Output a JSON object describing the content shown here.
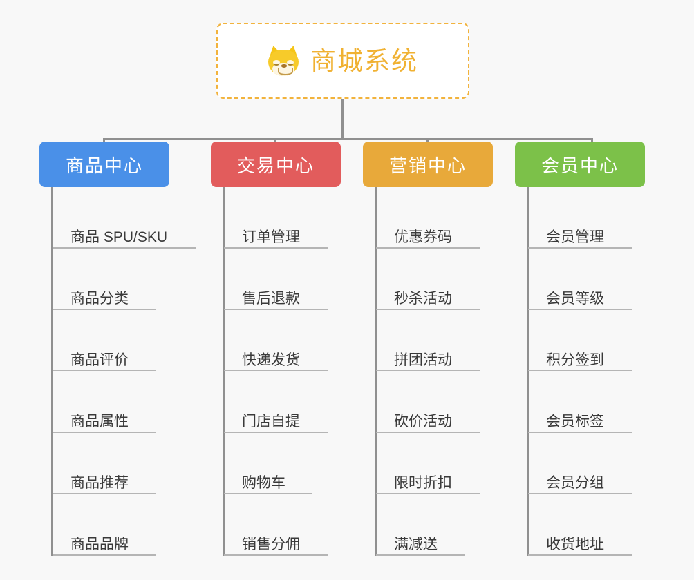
{
  "diagram": {
    "root": {
      "title": "商城系统",
      "icon": "shiba-inu-dog-icon",
      "border_color": "#f2b33d",
      "text_color": "#f0b132"
    },
    "background_color": "#f8f8f8",
    "connector_color": "#909090",
    "categories": [
      {
        "label": "商品中心",
        "color": "#4a90e8",
        "items": [
          "商品 SPU/SKU",
          "商品分类",
          "商品评价",
          "商品属性",
          "商品推荐",
          "商品品牌"
        ]
      },
      {
        "label": "交易中心",
        "color": "#e25c5c",
        "items": [
          "订单管理",
          "售后退款",
          "快递发货",
          "门店自提",
          "购物车",
          "销售分佣"
        ]
      },
      {
        "label": "营销中心",
        "color": "#e8a93a",
        "items": [
          "优惠券码",
          "秒杀活动",
          "拼团活动",
          "砍价活动",
          "限时折扣",
          "满减送"
        ]
      },
      {
        "label": "会员中心",
        "color": "#7cc149",
        "items": [
          "会员管理",
          "会员等级",
          "积分签到",
          "会员标签",
          "会员分组",
          "收货地址"
        ]
      }
    ]
  }
}
